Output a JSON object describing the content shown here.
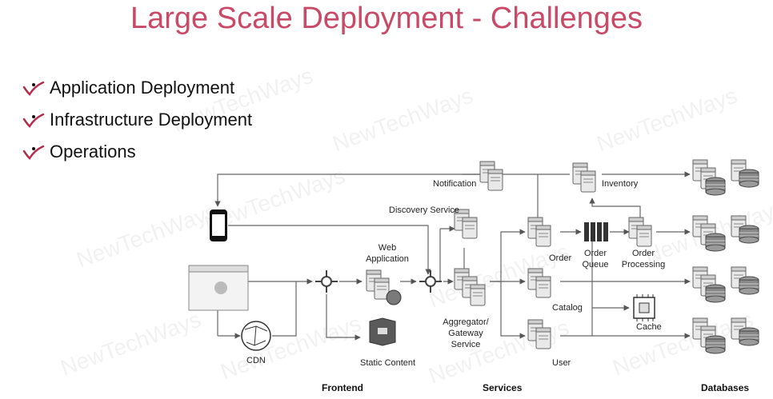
{
  "title": "Large Scale Deployment - Challenges",
  "bullets": [
    "Application Deployment",
    "Infrastructure Deployment",
    "Operations"
  ],
  "watermark": "NewTechWays",
  "colors": {
    "title": "#c84a67",
    "check": "#b0304c",
    "line": "#666666",
    "server": "#bdbdbd"
  },
  "nodes": {
    "notification": "Notification",
    "inventory": "Inventory",
    "discovery": "Discovery Service",
    "web_app_line1": "Web",
    "web_app_line2": "Application",
    "order": "Order",
    "order_queue_line1": "Order",
    "order_queue_line2": "Queue",
    "order_processing_line1": "Order",
    "order_processing_line2": "Processing",
    "catalog": "Catalog",
    "cache": "Cache",
    "user": "User",
    "cdn": "CDN",
    "static_content": "Static Content",
    "aggregator_line1": "Aggregator/",
    "aggregator_line2": "Gateway",
    "aggregator_line3": "Service"
  },
  "sections": {
    "frontend": "Frontend",
    "services": "Services",
    "databases": "Databases"
  }
}
